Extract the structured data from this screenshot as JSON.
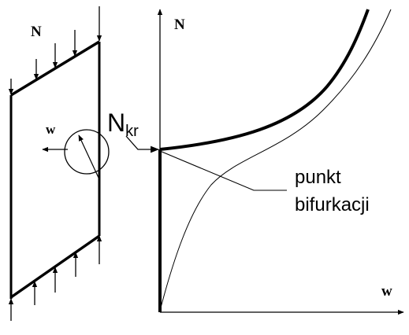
{
  "plate": {
    "load_label": "N",
    "deflection_label": "w"
  },
  "graph": {
    "y_axis_label": "N",
    "x_axis_label": "w",
    "critical_load": {
      "base": "N",
      "subscript": "kr"
    },
    "bifurcation_label": {
      "line1": "punkt",
      "line2": "bifurkacji"
    }
  },
  "colors": {
    "ink": "#000000",
    "background": "#ffffff"
  }
}
